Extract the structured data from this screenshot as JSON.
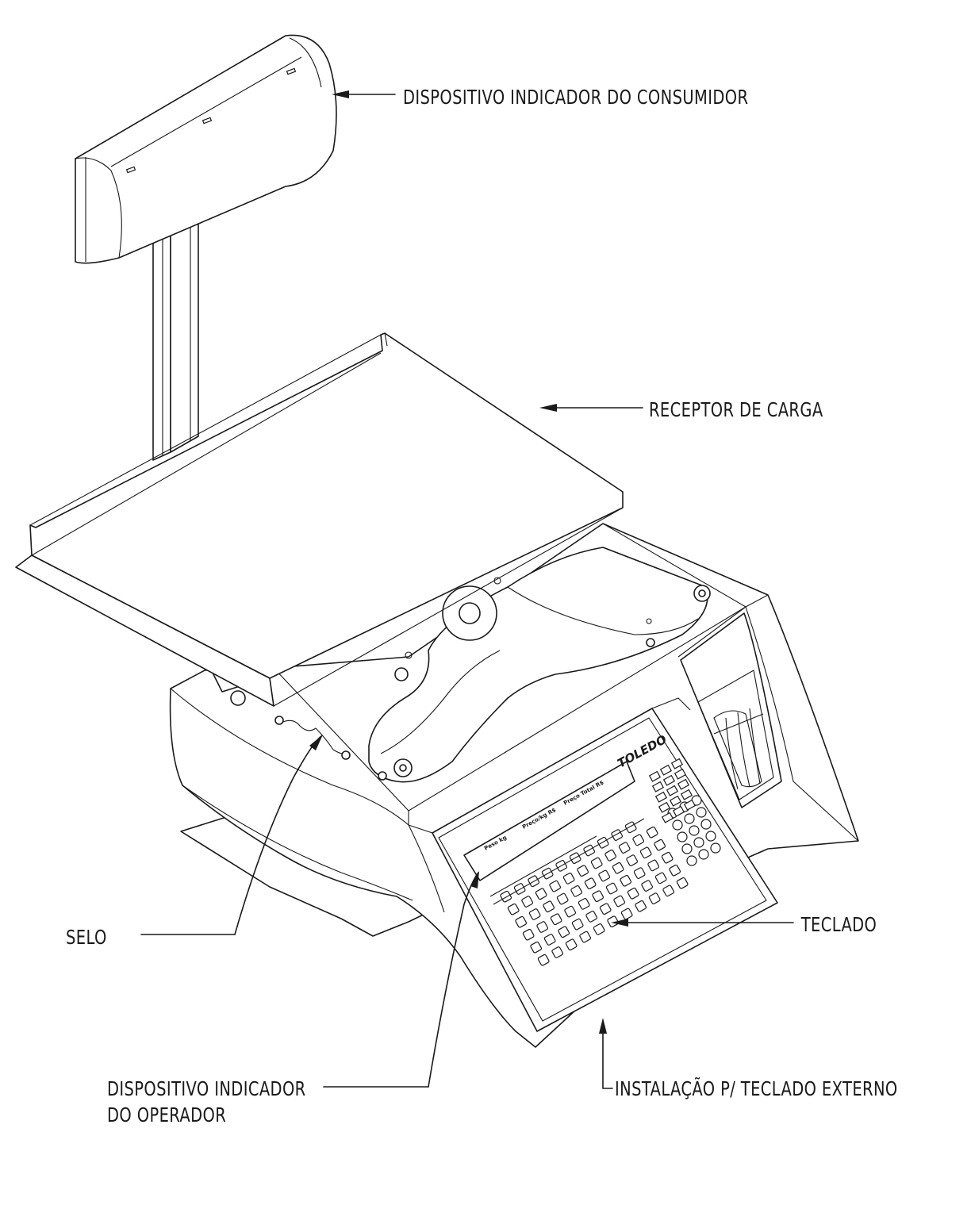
{
  "labels": {
    "consumer_display": "DISPOSITIVO INDICADOR DO CONSUMIDOR",
    "load_receptor": "RECEPTOR DE CARGA",
    "seal": "SELO",
    "keyboard": "TECLADO",
    "operator_display_line1": "DISPOSITIVO INDICADOR",
    "operator_display_line2": "DO OPERADOR",
    "external_keyboard": "INSTALAÇÃO P/ TECLADO EXTERNO"
  },
  "panel": {
    "brand": "TOLEDO",
    "display_headers": [
      "Peso kg",
      "Preço/kg R$",
      "Preço Total R$"
    ]
  }
}
